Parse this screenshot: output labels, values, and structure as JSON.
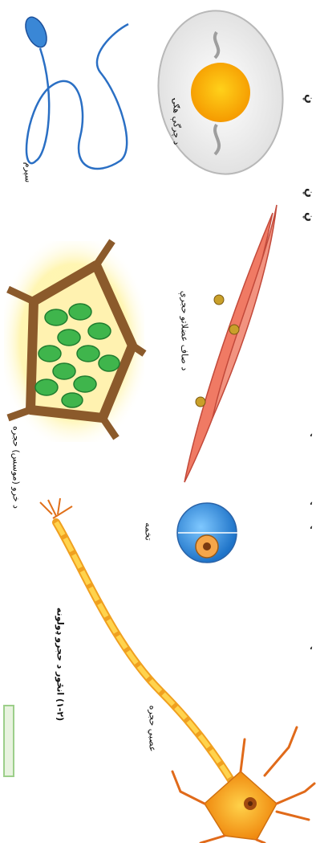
{
  "labels": {
    "egg": "د چرگې هګۍ",
    "sperm": "سپرم",
    "muscle": "د صاف عضلاتو حجرې",
    "plant": "د خرو (موسس) حجره",
    "embryo": "تخمه",
    "nerve": "عصبي حجره",
    "caption": "(۱-۲) انځور د حجرو ډولونه"
  },
  "marks": [
    "ڼ",
    "ڼ",
    "ڼ",
    "،",
    "،",
    "،",
    "،"
  ]
}
